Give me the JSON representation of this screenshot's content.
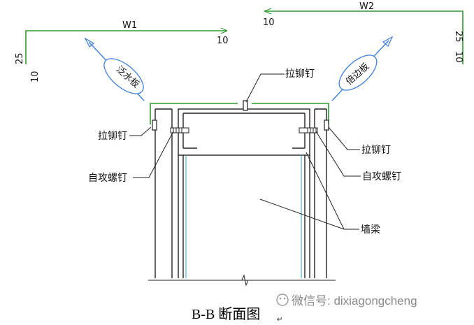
{
  "labels": {
    "w1": "W1",
    "w2": "W2",
    "dim10_left_top": "10",
    "dim25_left": "25",
    "dim10_left_side": "10",
    "dim10_right_top": "10",
    "dim25_right": "25",
    "dim10_right_side": "10",
    "flashing_left": "泛水板",
    "flashing_right": "倍边板",
    "rivet_top": "拉铆钉",
    "rivet_left": "拉铆钉",
    "rivet_right": "拉铆钉",
    "screw_left": "自攻螺钉",
    "screw_right": "自攻螺钉",
    "wall_beam": "墙梁"
  },
  "title": "B-B 断面图",
  "title_mark": "↵",
  "watermark": "微信号: dixiagongcheng",
  "colors": {
    "flashing": "#2e9a2e",
    "structure": "#222222",
    "centerline": "#2aa7b8",
    "arrow": "#3e7fd8"
  }
}
